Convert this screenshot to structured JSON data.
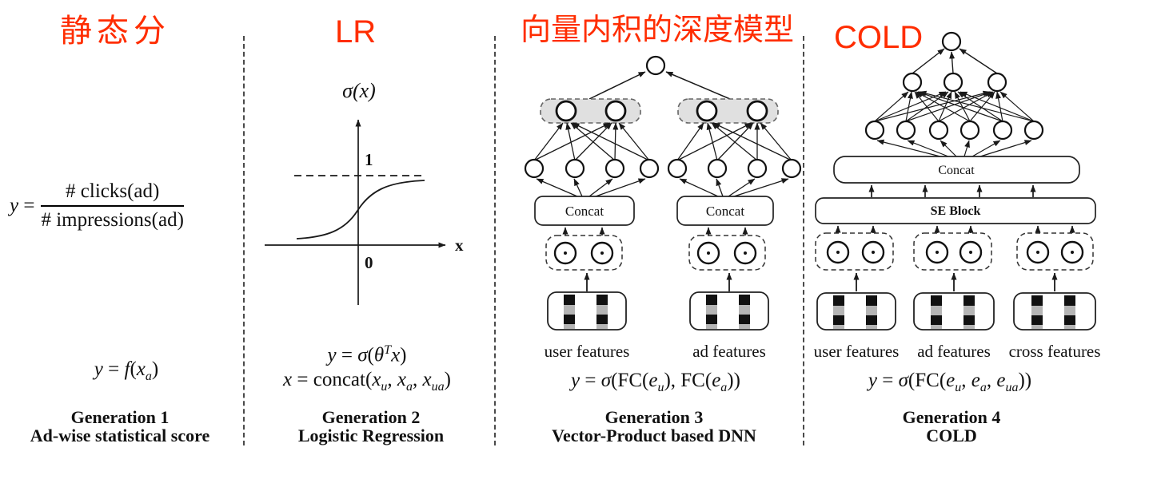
{
  "figure": {
    "background": "#ffffff",
    "accent_red": "#ff2d00",
    "line_color": "#1a1a1a",
    "embed_box_fill": "#e0e0e0",
    "strip_gray": "#b5b5b5"
  },
  "annotations": {
    "gen1": "静态分",
    "gen2": "LR",
    "gen3": "向量内积的深度模型",
    "gen4": "COLD"
  },
  "gen1": {
    "fraction": {
      "lhs": [
        {
          "t": "y",
          "i": 1
        },
        {
          "t": " ="
        }
      ],
      "numerator": "# clicks(ad)",
      "denominator": "# impressions(ad)"
    },
    "formula": [
      {
        "t": "y",
        "i": 1
      },
      {
        "t": " = "
      },
      {
        "t": "f",
        "i": 1
      },
      {
        "t": "("
      },
      {
        "t": "x",
        "i": 1
      },
      {
        "t": "a",
        "i": 1,
        "sub": 1
      },
      {
        "t": ")"
      }
    ],
    "caption_line1": "Generation 1",
    "caption_line2": "Ad-wise  statistical score"
  },
  "gen2": {
    "plot": {
      "ylabel": "σ(x)",
      "asymptote_label": "1",
      "origin_label": "0",
      "xlabel": "x"
    },
    "formula1": [
      {
        "t": "y",
        "i": 1
      },
      {
        "t": " = "
      },
      {
        "t": "σ",
        "i": 1
      },
      {
        "t": "("
      },
      {
        "t": "θ",
        "i": 1
      },
      {
        "t": "T",
        "i": 1,
        "sup": 1
      },
      {
        "t": "x",
        "i": 1
      },
      {
        "t": ")"
      }
    ],
    "formula2": [
      {
        "t": "x",
        "i": 1
      },
      {
        "t": " = concat("
      },
      {
        "t": "x",
        "i": 1
      },
      {
        "t": "u",
        "i": 1,
        "sub": 1
      },
      {
        "t": ", "
      },
      {
        "t": "x",
        "i": 1
      },
      {
        "t": "a",
        "i": 1,
        "sub": 1
      },
      {
        "t": ", "
      },
      {
        "t": "x",
        "i": 1
      },
      {
        "t": "ua",
        "i": 1,
        "sub": 1
      },
      {
        "t": ")"
      }
    ],
    "caption_line1": "Generation 2",
    "caption_line2": "Logistic Regression"
  },
  "gen3": {
    "concat_left": "Concat",
    "concat_right": "Concat",
    "label_user": "user features",
    "label_ad": "ad features",
    "formula": [
      {
        "t": "y",
        "i": 1
      },
      {
        "t": " = "
      },
      {
        "t": "σ",
        "i": 1
      },
      {
        "t": "(FC("
      },
      {
        "t": "e",
        "i": 1
      },
      {
        "t": "u",
        "i": 1,
        "sub": 1
      },
      {
        "t": "), FC("
      },
      {
        "t": "e",
        "i": 1
      },
      {
        "t": "a",
        "i": 1,
        "sub": 1
      },
      {
        "t": "))"
      }
    ],
    "caption_line1": "Generation 3",
    "caption_line2": "Vector-Product based DNN"
  },
  "gen4": {
    "concat": "Concat",
    "se_block": "SE Block",
    "label_user": "user features",
    "label_ad": "ad features",
    "label_cross": "cross features",
    "formula": [
      {
        "t": "y",
        "i": 1
      },
      {
        "t": " = "
      },
      {
        "t": "σ",
        "i": 1
      },
      {
        "t": "(FC("
      },
      {
        "t": "e",
        "i": 1
      },
      {
        "t": "u",
        "i": 1,
        "sub": 1
      },
      {
        "t": ", "
      },
      {
        "t": "e",
        "i": 1
      },
      {
        "t": "a",
        "i": 1,
        "sub": 1
      },
      {
        "t": ", "
      },
      {
        "t": "e",
        "i": 1
      },
      {
        "t": "ua",
        "i": 1,
        "sub": 1
      },
      {
        "t": "))"
      }
    ],
    "caption_line1": "Generation 4",
    "caption_line2": "COLD"
  }
}
